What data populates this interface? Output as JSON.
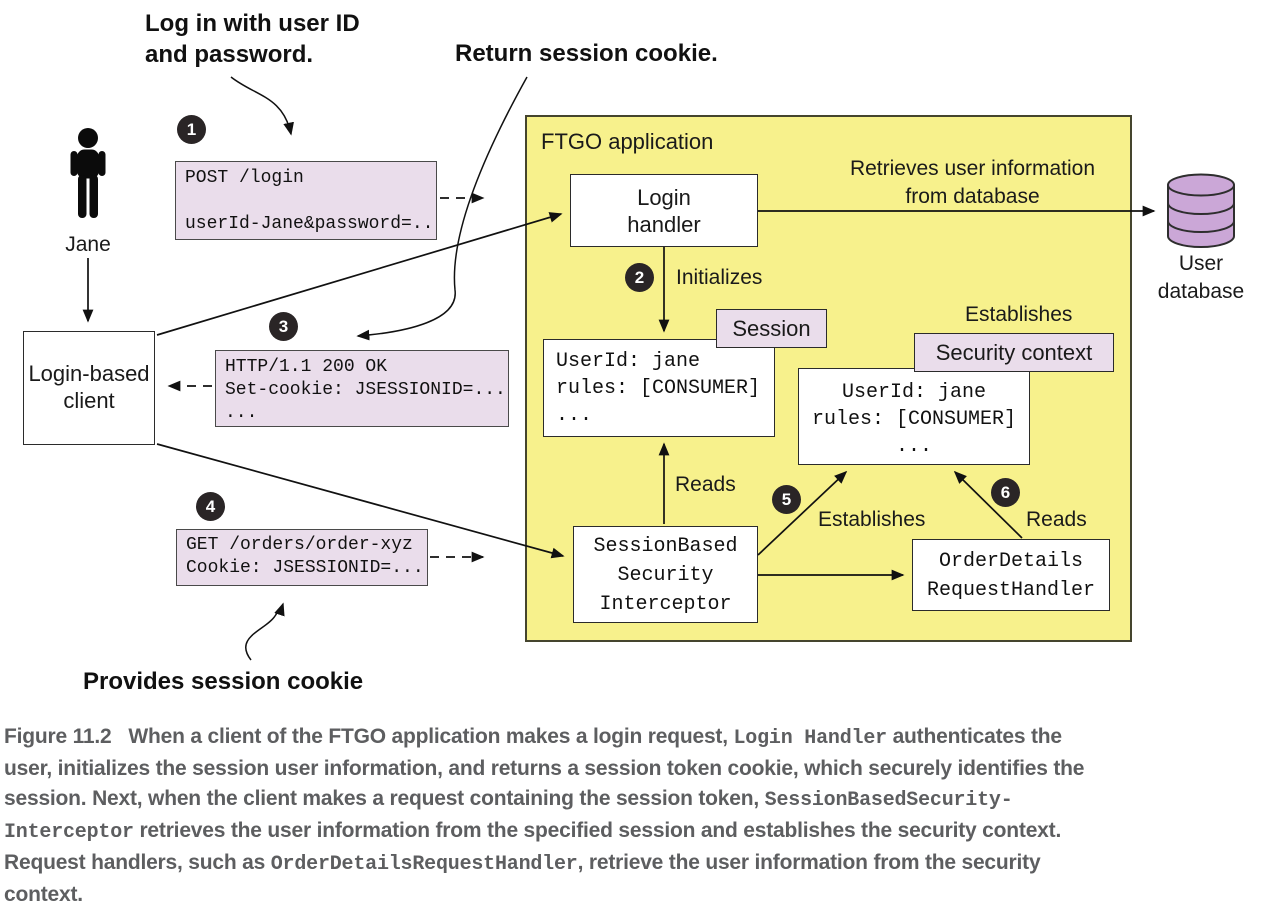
{
  "figure": {
    "annotations": {
      "login": "Log in with user ID\nand password.",
      "return_cookie": "Return session cookie.",
      "provides": "Provides session cookie"
    },
    "actor": {
      "label": "Jane"
    },
    "client": {
      "label": "Login-based\nclient"
    },
    "steps": {
      "s1": "1",
      "s2": "2",
      "s3": "3",
      "s4": "4",
      "s5": "5",
      "s6": "6"
    },
    "messages": {
      "post": "POST /login\n\nuserId-Jane&password=..",
      "http": "HTTP/1.1 200 OK\nSet-cookie: JSESSIONID=...\n...",
      "get": "GET /orders/order-xyz\nCookie: JSESSIONID=..."
    },
    "ftgo": {
      "title": "FTGO application",
      "login_handler": "Login\nhandler",
      "initializes": "Initializes",
      "retrieves": "Retrieves user information\nfrom database",
      "session_tab": "Session",
      "session_content": "UserId: jane\nrules: [CONSUMER]\n...",
      "establishes_top": "Establishes",
      "security_tab": "Security context",
      "security_content": "UserId: jane\nrules: [CONSUMER]\n...",
      "reads_session": "Reads",
      "establishes_mid": "Establishes",
      "reads_security": "Reads",
      "interceptor": "SessionBased\nSecurity\nInterceptor",
      "order_handler": "OrderDetails\nRequestHandler"
    },
    "database": {
      "label": "User\ndatabase"
    }
  },
  "caption": {
    "lines": [
      [
        {
          "t": "text",
          "v": "Figure 11.2   When a client of the FTGO application makes a login request, "
        },
        {
          "t": "code",
          "v": "Login Handler"
        },
        {
          "t": "text",
          "v": " authenticates the"
        }
      ],
      [
        {
          "t": "text",
          "v": "user, initializes the session user information, and returns a session token cookie, which securely identifies the"
        }
      ],
      [
        {
          "t": "text",
          "v": "session. Next, when the client makes a request containing the session token, "
        },
        {
          "t": "code",
          "v": "SessionBasedSecurity-"
        }
      ],
      [
        {
          "t": "code",
          "v": "Interceptor"
        },
        {
          "t": "text",
          "v": " retrieves the user information from the specified session and establishes the security context."
        }
      ],
      [
        {
          "t": "text",
          "v": "Request handlers, such as "
        },
        {
          "t": "code",
          "v": "OrderDetailsRequestHandler"
        },
        {
          "t": "text",
          "v": ", retrieve the user information from the security"
        }
      ],
      [
        {
          "t": "text",
          "v": "context."
        }
      ]
    ]
  },
  "colors": {
    "ftgo_fill": "#F7F18C",
    "ftgo_border": "#45452E",
    "message_fill": "#EADDEB",
    "database_fill": "#CBA7D7",
    "step_circle": "#2A2526",
    "caption_text": "#5D5E60"
  }
}
